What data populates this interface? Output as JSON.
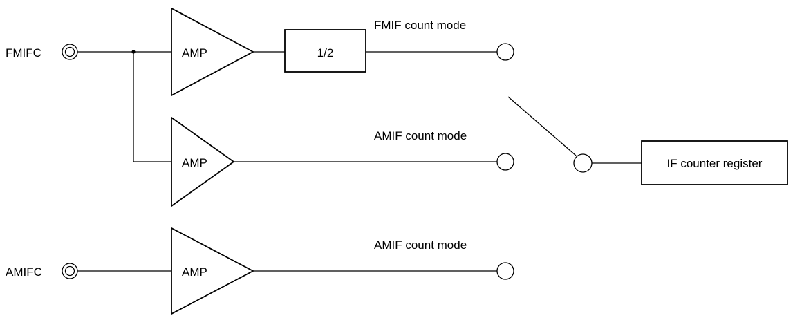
{
  "inputs": {
    "fmifc": "FMIFC",
    "amifc": "AMIFC"
  },
  "amplifiers": {
    "amp1": "AMP",
    "amp2": "AMP",
    "amp3": "AMP"
  },
  "divider": "1/2",
  "mode_labels": {
    "fm": "FMIF count mode",
    "am_upper": "AMIF count mode",
    "am_lower": "AMIF count mode"
  },
  "register": "IF counter register"
}
